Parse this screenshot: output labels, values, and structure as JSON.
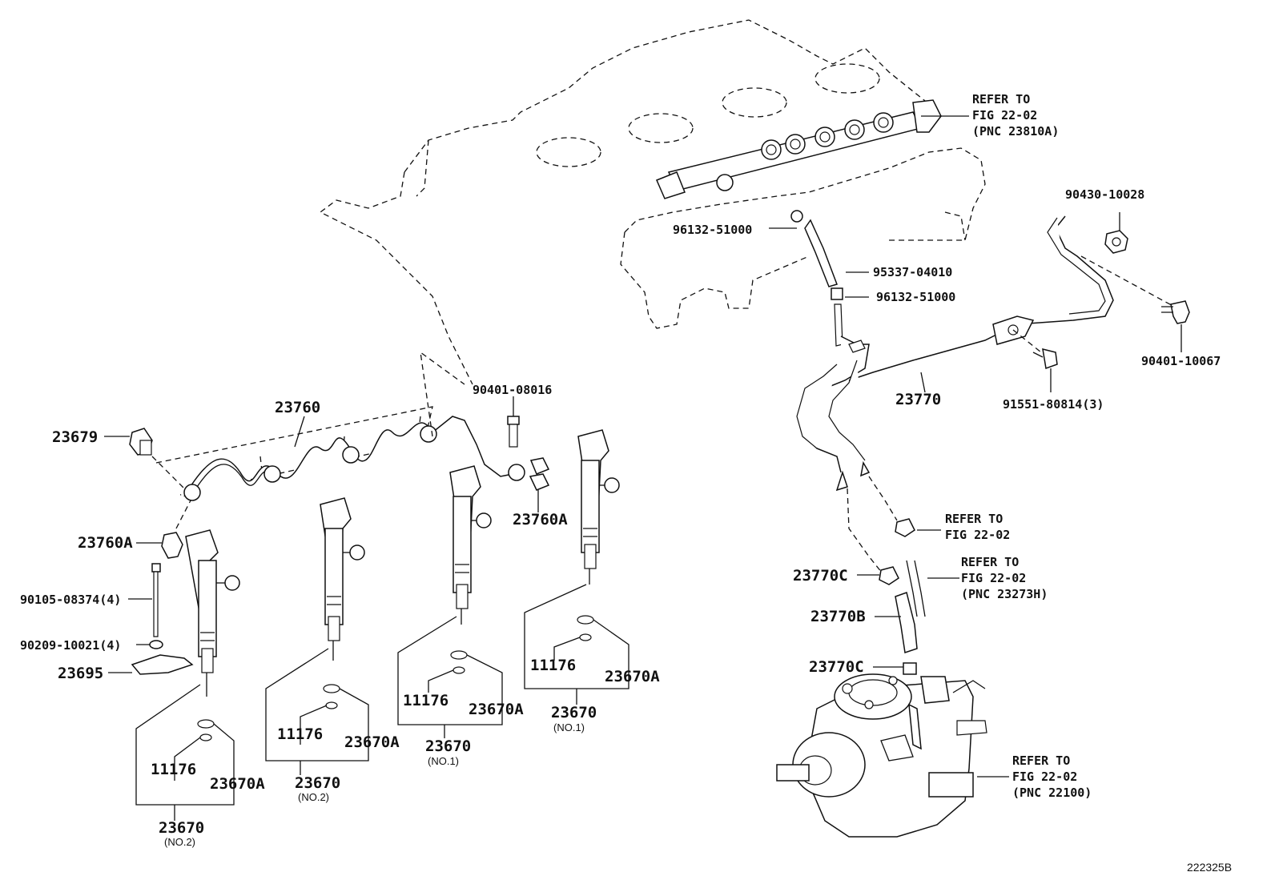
{
  "diagram_id": "222325B",
  "part_labels": {
    "p23679": "23679",
    "p23760": "23760",
    "p90401_08016": "90401-08016",
    "p23760A_left": "23760A",
    "p23760A_right": "23760A",
    "p90105": "90105-08374(4)",
    "p90209": "90209-10021(4)",
    "p23695": "23695",
    "p96132_top": "96132-51000",
    "p95337": "95337-04010",
    "p96132_bot": "96132-51000",
    "p90430": "90430-10028",
    "p90401_10067": "90401-10067",
    "p23770": "23770",
    "p91551": "91551-80814(3)",
    "p23770C_top": "23770C",
    "p23770B": "23770B",
    "p23770C_bot": "23770C"
  },
  "injector_groups": [
    {
      "seal": "11176",
      "ring": "23670A",
      "part": "23670",
      "sub": "(NO.2)"
    },
    {
      "seal": "11176",
      "ring": "23670A",
      "part": "23670",
      "sub": "(NO.2)"
    },
    {
      "seal": "11176",
      "ring": "23670A",
      "part": "23670",
      "sub": "(NO.1)"
    },
    {
      "seal": "11176",
      "ring": "23670A",
      "part": "23670",
      "sub": "(NO.1)"
    }
  ],
  "references": {
    "rail": [
      "REFER TO",
      "FIG 22-02",
      "(PNC 23810A)"
    ],
    "clamp": [
      "REFER TO",
      "FIG 22-02"
    ],
    "hose": [
      "REFER TO",
      "FIG 22-02",
      "(PNC 23273H)"
    ],
    "pump": [
      "REFER TO",
      "FIG 22-02",
      "(PNC 22100)"
    ]
  }
}
